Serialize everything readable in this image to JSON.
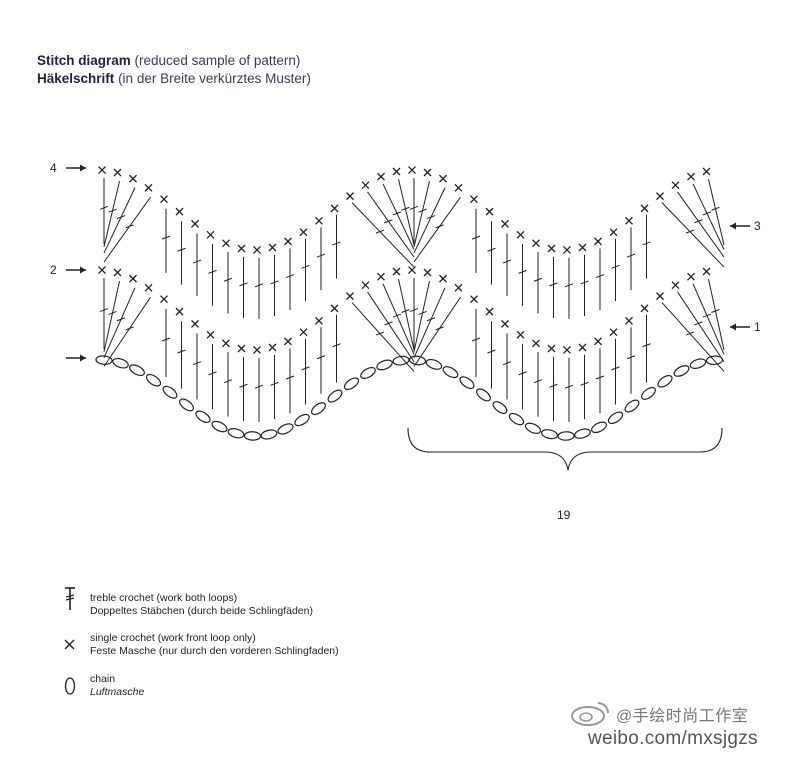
{
  "header": {
    "line1_bold": "Stitch diagram",
    "line1_light": "(reduced sample of pattern)",
    "line2_bold": "Häkelschrift",
    "line2_light": "(in der Breite verkürztes Muster)"
  },
  "diagram": {
    "row_labels": [
      "4",
      "2",
      "3",
      "1"
    ],
    "repeat_count": "19"
  },
  "legend": {
    "treble": {
      "en": "treble crochet (work both loops)",
      "de": "Doppeltes Stäbchen (durch beide Schlingfäden)"
    },
    "single": {
      "en": "single crochet (work front loop only)",
      "de": "Feste Masche (nur durch den vorderen Schlingfaden)"
    },
    "chain": {
      "en": "chain",
      "de": "Luftmasche"
    }
  },
  "watermark": {
    "name": "@手绘时尚工作室",
    "url": "weibo.com/mxsjgzs"
  },
  "colors": {
    "ink": "#1f2340",
    "line": "#222222",
    "watermark": "#777777"
  }
}
